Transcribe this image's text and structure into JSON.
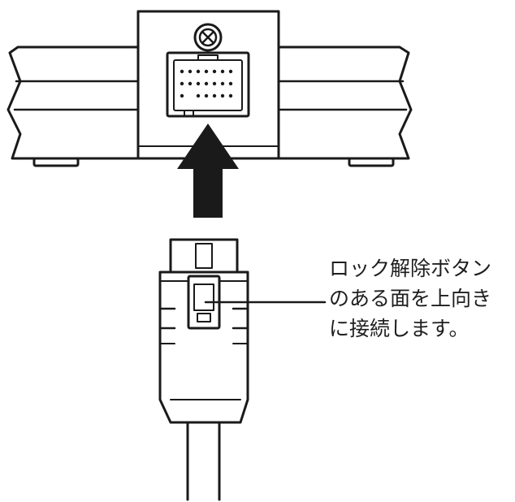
{
  "callout": {
    "lines": [
      "ロック解除ボタン",
      "のある面を上向き",
      "に接続します。"
    ]
  }
}
